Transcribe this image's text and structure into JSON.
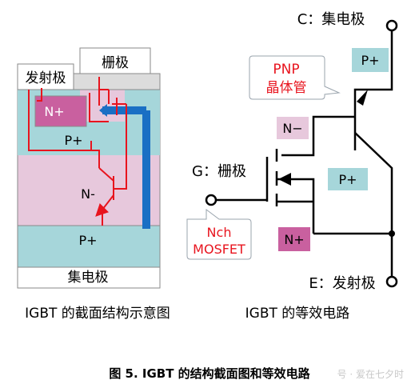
{
  "cross_section": {
    "caption": "IGBT 的截面结构示意图",
    "emitter_label": "发射极",
    "gate_label": "栅极",
    "collector_label": "集电极",
    "region_n_plus": "N+",
    "region_p_plus_top": "P+",
    "region_n_minus": "N-",
    "region_p_plus_bottom": "P+"
  },
  "equivalent_circuit": {
    "caption": "IGBT 的等效电路",
    "collector_label": "C：集电极",
    "gate_label": "G：栅极",
    "emitter_label": "E：发射极",
    "pnp_callout": [
      "PNP",
      "晶体管"
    ],
    "nch_callout": [
      "Nch",
      "MOSFET"
    ],
    "region_n_minus": "N−",
    "region_p_plus_top": "P+",
    "region_p_plus_mid": "P+",
    "region_n_plus": "N+"
  },
  "figure_caption": "图 5. IGBT 的结构截面图和等效电路",
  "watermark": "号 · 爱在七夕时",
  "colors": {
    "red": "#e8141e",
    "blue": "#1a6fc4",
    "teal": "#a6d6da",
    "pink": "#e7c8dc",
    "magenta": "#c9609f",
    "grey": "#dcdcdc"
  }
}
